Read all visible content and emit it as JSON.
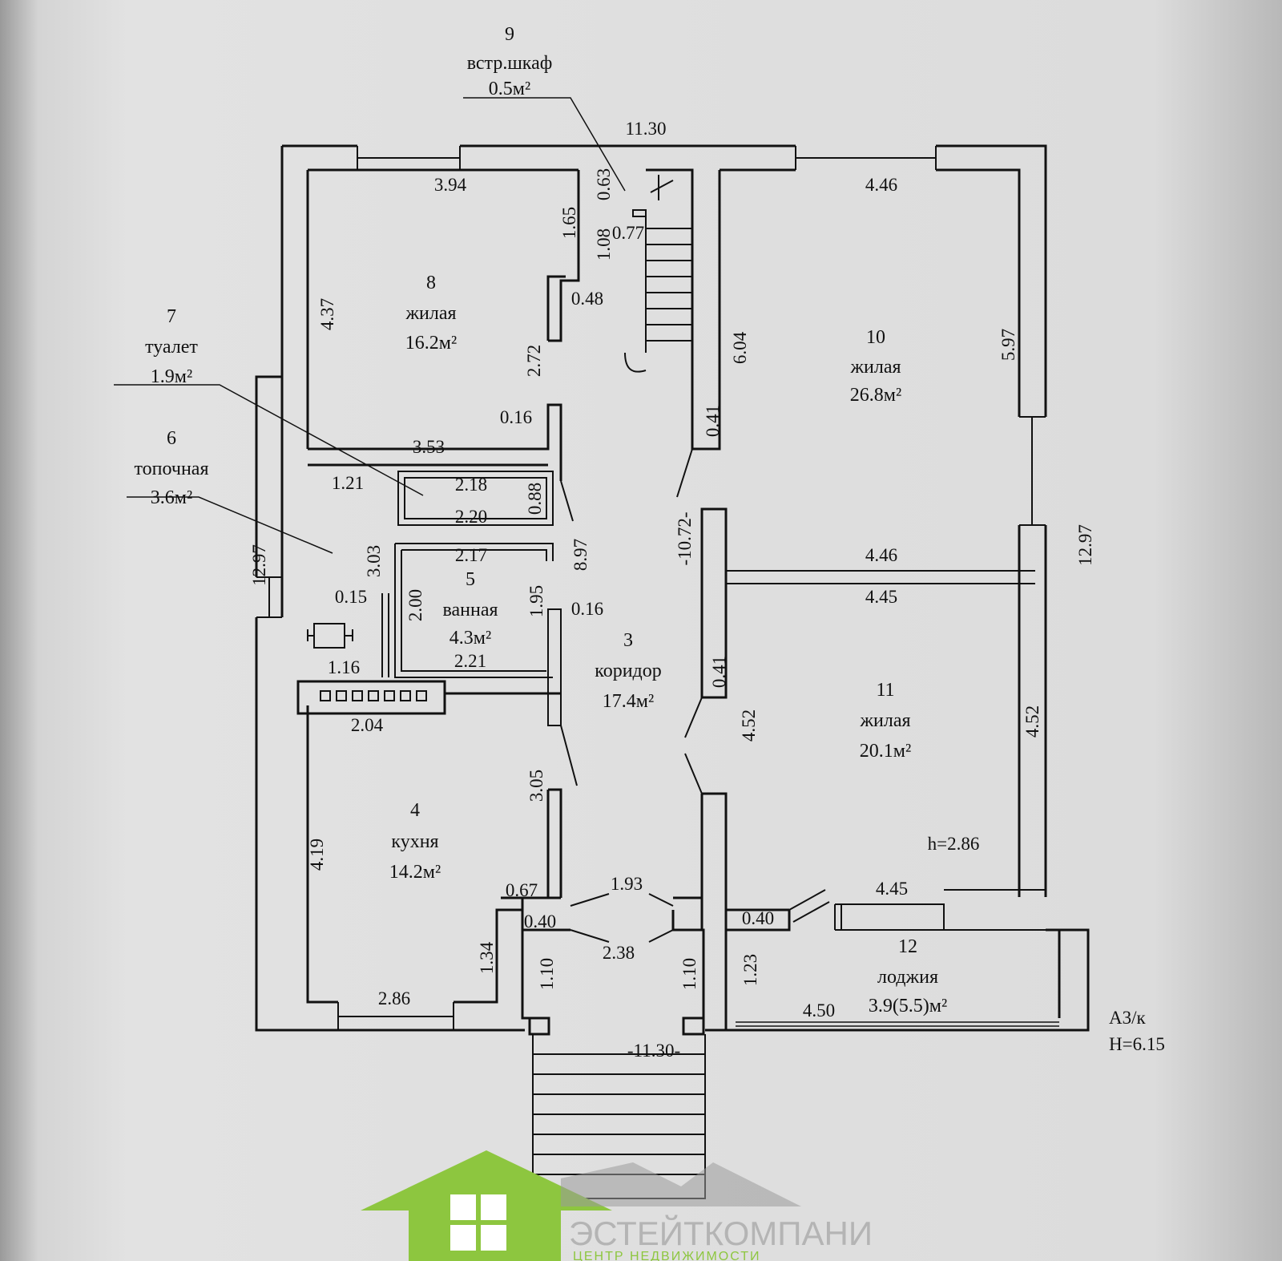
{
  "plan": {
    "rooms": [
      {
        "num": "3",
        "name": "коридор",
        "area": "17.4м²"
      },
      {
        "num": "4",
        "name": "кухня",
        "area": "14.2м²"
      },
      {
        "num": "5",
        "name": "ванная",
        "area": "4.3м²"
      },
      {
        "num": "6",
        "name": "топочная",
        "area": "3.6м²"
      },
      {
        "num": "7",
        "name": "туалет",
        "area": "1.9м²"
      },
      {
        "num": "8",
        "name": "жилая",
        "area": "16.2м²"
      },
      {
        "num": "9",
        "name": "встр.шкаф",
        "area": "0.5м²"
      },
      {
        "num": "10",
        "name": "жилая",
        "area": "26.8м²"
      },
      {
        "num": "11",
        "name": "жилая",
        "area": "20.1м²"
      },
      {
        "num": "12",
        "name": "лоджия",
        "area": "3.9(5.5)м²"
      }
    ],
    "dimensions": [
      "11.30",
      "3.94",
      "4.46",
      "1.65",
      "0.63",
      "1.08",
      "0.77",
      "0.48",
      "4.37",
      "2.72",
      "6.04",
      "5.97",
      "0.16",
      "3.53",
      "0.41",
      "12.97",
      "1.21",
      "2.18",
      "2.20",
      "0.88",
      "8.97",
      "-10.72-",
      "12.97",
      "3.03",
      "2.17",
      "4.46",
      "4.45",
      "0.15",
      "2.00",
      "1.95",
      "0.16",
      "2.21",
      "1.16",
      "0.41",
      "2.04",
      "4.52",
      "4.52",
      "3.05",
      "4.19",
      "0.67",
      "1.93",
      "0.40",
      "2.38",
      "0.40",
      "4.45",
      "1.34",
      "1.10",
      "1.10",
      "1.23",
      "2.86",
      "4.50",
      "-11.30-"
    ],
    "ceiling_height": "h=2.86",
    "stamp_line1": "А3/к",
    "stamp_line2": "Н=6.15"
  },
  "logo": {
    "name": "ЭСТЕЙТКОМПАНИ",
    "tagline": "ЦЕНТР НЕДВИЖИМОСТИ",
    "brand_color": "#8dc63f"
  }
}
